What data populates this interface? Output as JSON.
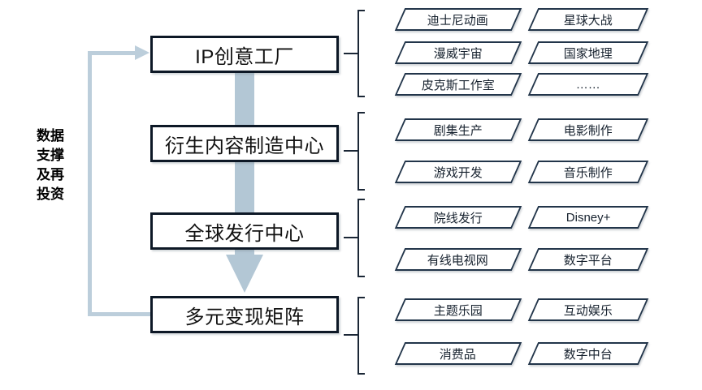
{
  "side_label": "数据\n支撑\n及再\n投资",
  "stages": [
    {
      "box": "IP创意工厂",
      "items": [
        "迪士尼动画",
        "星球大战",
        "漫威宇宙",
        "国家地理",
        "皮克斯工作室",
        "……"
      ]
    },
    {
      "box": "衍生内容制造中心",
      "items": [
        "剧集生产",
        "电影制作",
        "游戏开发",
        "音乐制作"
      ]
    },
    {
      "box": "全球发行中心",
      "items": [
        "院线发行",
        "Disney+",
        "有线电视网",
        "数字平台"
      ]
    },
    {
      "box": "多元变现矩阵",
      "items": [
        "主题乐园",
        "互动娱乐",
        "消费品",
        "数字中台"
      ]
    }
  ],
  "colors": {
    "flow_arrow": "#b3c7d5",
    "feedback_line": "#bccedb",
    "box_border": "#0d1826",
    "item_border": "#22354a"
  }
}
